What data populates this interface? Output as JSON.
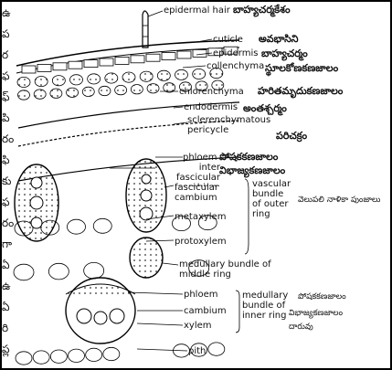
{
  "left_margin_glyphs": [
    "ఉ",
    "ప",
    "ర",
    "ఫ",
    "ఫ్",
    "పి",
    "రం",
    "ఫి",
    "కు",
    "ఫ",
    "రం",
    "గా",
    "ఏ",
    "ఉ",
    "ఏ",
    "రి",
    "ప్ల"
  ],
  "labels": {
    "epidermal_hair": "epidermal hair",
    "cuticle": "cuticle",
    "epidermis": "epidermis",
    "collenchyma": "collenchyma",
    "chlorenchyma": "chlorenchyma",
    "endodermis": "endodermis",
    "sclerenchymatous_pericycle": "sclerenchymatous pericycle",
    "phloem_outer": "phloem",
    "inter_fascicular_cambium": "inter fascicular cambium",
    "fascicular_cambium": "fascicular cambium",
    "metaxylem": "metaxylem",
    "protoxylem": "protoxylem",
    "vascular_bundle_outer_ring": "vascular bundle of outer ring",
    "medullary_bundle_middle_ring": "medullary bundle of middle ring",
    "phloem_inner": "phloem",
    "cambium_inner": "cambium",
    "xylem_inner": "xylem",
    "medullary_bundle_inner_ring": "medullary bundle of inner ring",
    "pith": "pith"
  },
  "telugu": {
    "epidermal_hair": "బాహ్యచర్మకేశం",
    "cuticle": "అవభాసిని",
    "epidermis": "బాహ్యచర్మం",
    "collenchyma": "స్థూలకోణకణజాలం",
    "chlorenchyma": "హరితమృదుకణజాలం",
    "endodermis": "అంతశ్చర్మం",
    "pericycle": "పరిచక్రం",
    "phloem": "పోషకకణజాలం",
    "cambium": "విభాజ్యకణజాలం",
    "outer_ring": "వెలుపలి నాళికా పుంజాలు",
    "inner_phloem": "పోషకకణజాలం",
    "inner_cambium": "విభాజ్యకణజాలం",
    "inner_xylem": "దారువు"
  }
}
